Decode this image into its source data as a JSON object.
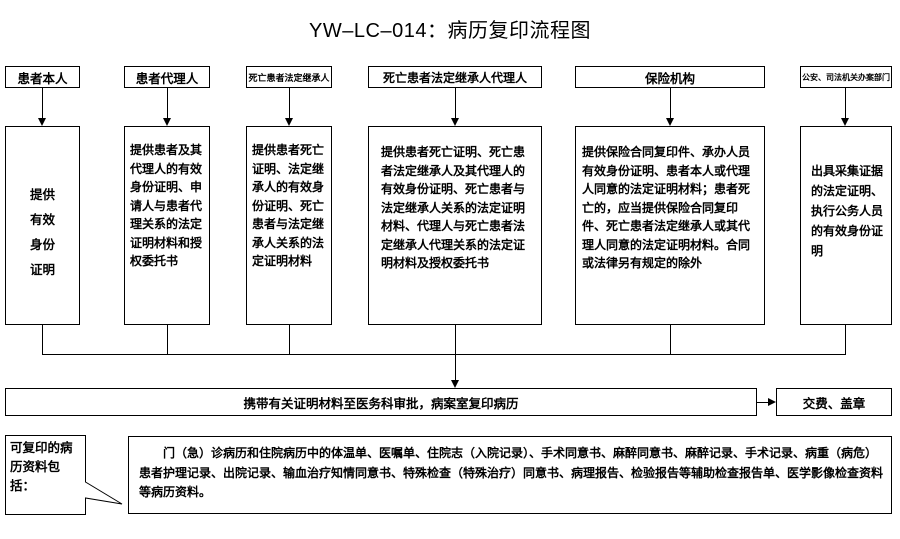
{
  "title": "YW–LC–014：病历复印流程图",
  "applicants": [
    {
      "header": "患者本人",
      "detail": "提供\n有效\n身份\n证明"
    },
    {
      "header": "患者代理人",
      "detail": "提供患者及其代理人的有效身份证明、申请人与患者代理关系的法定证明材料和授权委托书"
    },
    {
      "header": "死亡患者法定继承人",
      "detail": "提供患者死亡证明、法定继承人的有效身份证明、死亡患者与法定继承人关系的法定证明材料"
    },
    {
      "header": "死亡患者法定继承人代理人",
      "detail": "提供患者死亡证明、死亡患者法定继承人及其代理人的有效身份证明、死亡患者与法定继承人关系的法定证明材料、代理人与死亡患者法定继承人代理关系的法定证明材料及授权委托书"
    },
    {
      "header": "保险机构",
      "detail": "提供保险合同复印件、承办人员有效身份证明、患者本人或代理人同意的法定证明材料；患者死亡的，应当提供保险合同复印件、死亡患者法定继承人或其代理人同意的法定证明材料。合同或法律另有规定的除外"
    },
    {
      "header": "公安、司法机关办案部门",
      "detail": "出具采集证据的法定证明、执行公务人员的有效身份证明"
    }
  ],
  "process_step": "携带有关证明材料至医务科审批，病案室复印病历",
  "final_step": "交费、盖章",
  "note_label": "可复印的病历资料包括：",
  "note_text": "门（急）诊病历和住院病历中的体温单、医嘱单、住院志（入院记录）、手术同意书、麻醉同意书、麻醉记录、手术记录、病重（病危）患者护理记录、出院记录、输血治疗知情同意书、特殊检查（特殊治疗）同意书、病理报告、检验报告等辅助检查报告单、医学影像检查资料等病历资料。"
}
